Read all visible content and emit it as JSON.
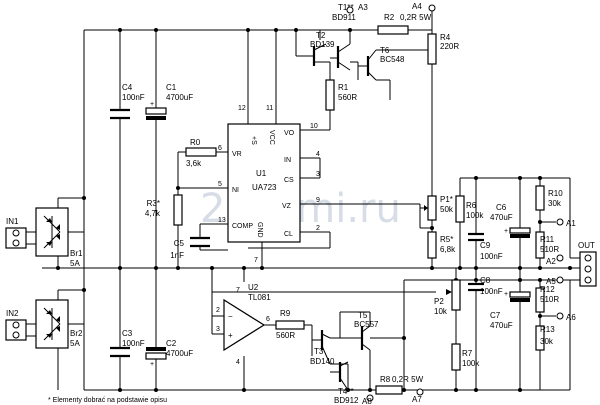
{
  "watermark": "2shemi.ru",
  "footnote": "* Elementy dobrać na podstawie opisu",
  "labels": {
    "T1": "T1**",
    "BD911": "BD911",
    "A3": "A3",
    "R2": "R2",
    "R2v": "0,2R 5W",
    "A4": "A4",
    "T2": "T2",
    "BD139": "BD139",
    "T6": "T6",
    "BC548": "BC548",
    "R4": "R4",
    "R4v": "220R",
    "C4": "C4",
    "C4v": "100nF",
    "C1": "C1",
    "C1v": "4700uF",
    "R1": "R1",
    "R1v": "560R",
    "R0": "R0",
    "R0v": "3,6k",
    "VR": "VR",
    "NI": "NI",
    "IN": "IN",
    "CS": "CS",
    "VZ": "VZ",
    "CL": "CL",
    "VO": "VO",
    "COMP": "COMP",
    "GND": "GND",
    "pS": "+S",
    "VCC": "VCC",
    "U1": "U1",
    "U1v": "UA723",
    "p12": "12",
    "p11": "11",
    "p10": "10",
    "p6": "6",
    "p5": "5",
    "p4": "4",
    "p3": "3",
    "p9": "9",
    "p2": "2",
    "p13": "13",
    "p7": "7",
    "R3": "R3*",
    "R3v": "4,7k",
    "C5": "C5",
    "C5v": "1nF",
    "IN1": "IN1",
    "IN2": "IN2",
    "Br1": "Br1",
    "Br1v": "5A",
    "Br2": "Br2",
    "Br2v": "5A",
    "P1": "P1*",
    "P1v": "50k",
    "R5": "R5*",
    "R5v": "6,8k",
    "R6": "R6",
    "R6v": "100k",
    "C6": "C6",
    "C6v": "470uF",
    "C9": "C9",
    "C9v": "100nF",
    "R10": "R10",
    "R10v": "30k",
    "R11": "R11",
    "R11v": "510R",
    "A1": "A1",
    "A2": "A2",
    "A5": "A5",
    "A6": "A6",
    "A7": "A7",
    "A8": "A8",
    "OUT": "OUT",
    "C8": "C8",
    "C8v": "100nF",
    "P2": "P2",
    "P2v": "10k",
    "R12": "R12",
    "R12v": "510R",
    "C7": "C7",
    "C7v": "470uF",
    "R13": "R13",
    "R13v": "30k",
    "R7": "R7",
    "R7v": "100k",
    "C3": "C3",
    "C3v": "100nF",
    "C2": "C2",
    "C2v": "4700uF",
    "U2": "U2",
    "U2v": "TL081",
    "R9": "R9",
    "R9v": "560R",
    "T5": "T5",
    "BC557": "BC557",
    "T3": "T3",
    "BD140": "BD140",
    "T4": "T4**",
    "BD912": "BD912",
    "R8": "R8",
    "R8v": "0,2R 5W",
    "u2p2": "2",
    "u2p3": "3",
    "u2p4": "4",
    "u2p6": "6",
    "u2p7": "7",
    "plus": "+",
    "minus": "−"
  }
}
